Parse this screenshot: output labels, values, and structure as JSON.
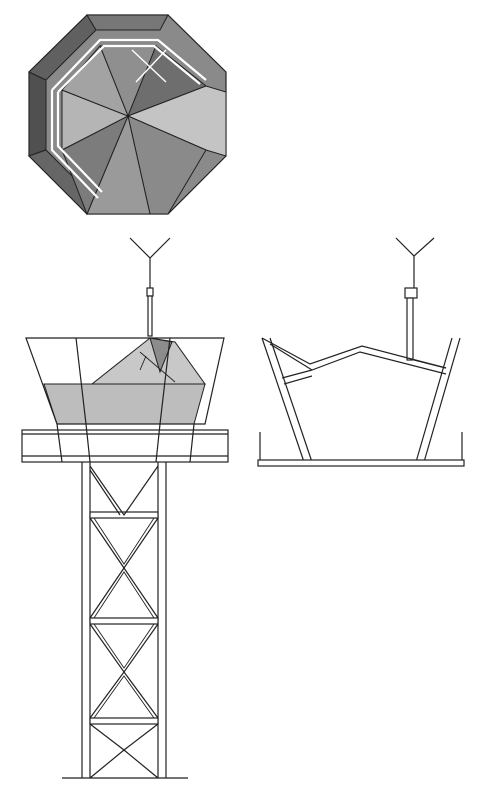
{
  "colors": {
    "background": "#ffffff",
    "line": "#222222",
    "roof_dark": "#4a4a4a",
    "roof_mid": "#7a7a7a",
    "roof_light": "#b8b8b8",
    "glass": "#bdbdbd",
    "glass_dark": "#8c8c8c"
  },
  "views": {
    "plan": {
      "kind": "octagonal-roof-plan",
      "sides": 8,
      "segments": 8
    },
    "front_elevation": {
      "kind": "tower-elevation",
      "lattice_panels": 3
    },
    "section": {
      "kind": "cab-section"
    }
  }
}
